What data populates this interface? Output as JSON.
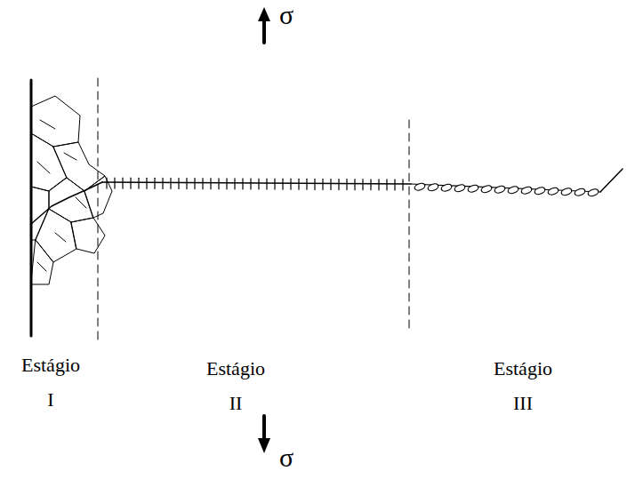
{
  "diagram": {
    "labels": [
      "σ",
      "Estágio I",
      "Estágio II",
      "Estágio III",
      "σ"
    ]
  }
}
